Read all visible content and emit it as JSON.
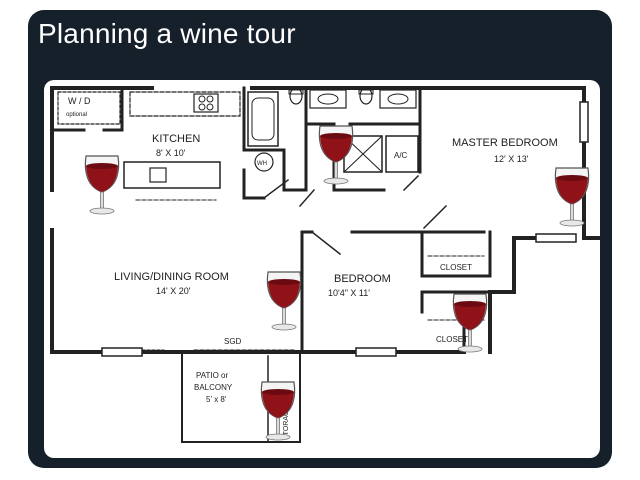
{
  "post": {
    "title": "Planning a wine tour"
  },
  "plan": {
    "wd_label": "W / D",
    "wd_sub": "optional",
    "kitchen_name": "KITCHEN",
    "kitchen_size": "8' X 10'",
    "wh_label": "WH",
    "ac_label": "A/C",
    "master_name": "MASTER BEDROOM",
    "master_size": "12' X 13'",
    "closet1_label": "CLOSET",
    "living_name": "LIVING/DINING ROOM",
    "living_size": "14' X 20'",
    "bedroom_name": "BEDROOM",
    "bedroom_size": "10'4\" X 11'",
    "closet2_label": "CLOSET",
    "sgd_label": "SGD",
    "patio_name": "PATIO or",
    "patio_name2": "BALCONY",
    "patio_size": "5' x 8'",
    "storage_label": "STORAGE"
  },
  "colors": {
    "wine": "#8e1218",
    "wine_dark": "#5b070c",
    "card_bg": "#15202b"
  }
}
